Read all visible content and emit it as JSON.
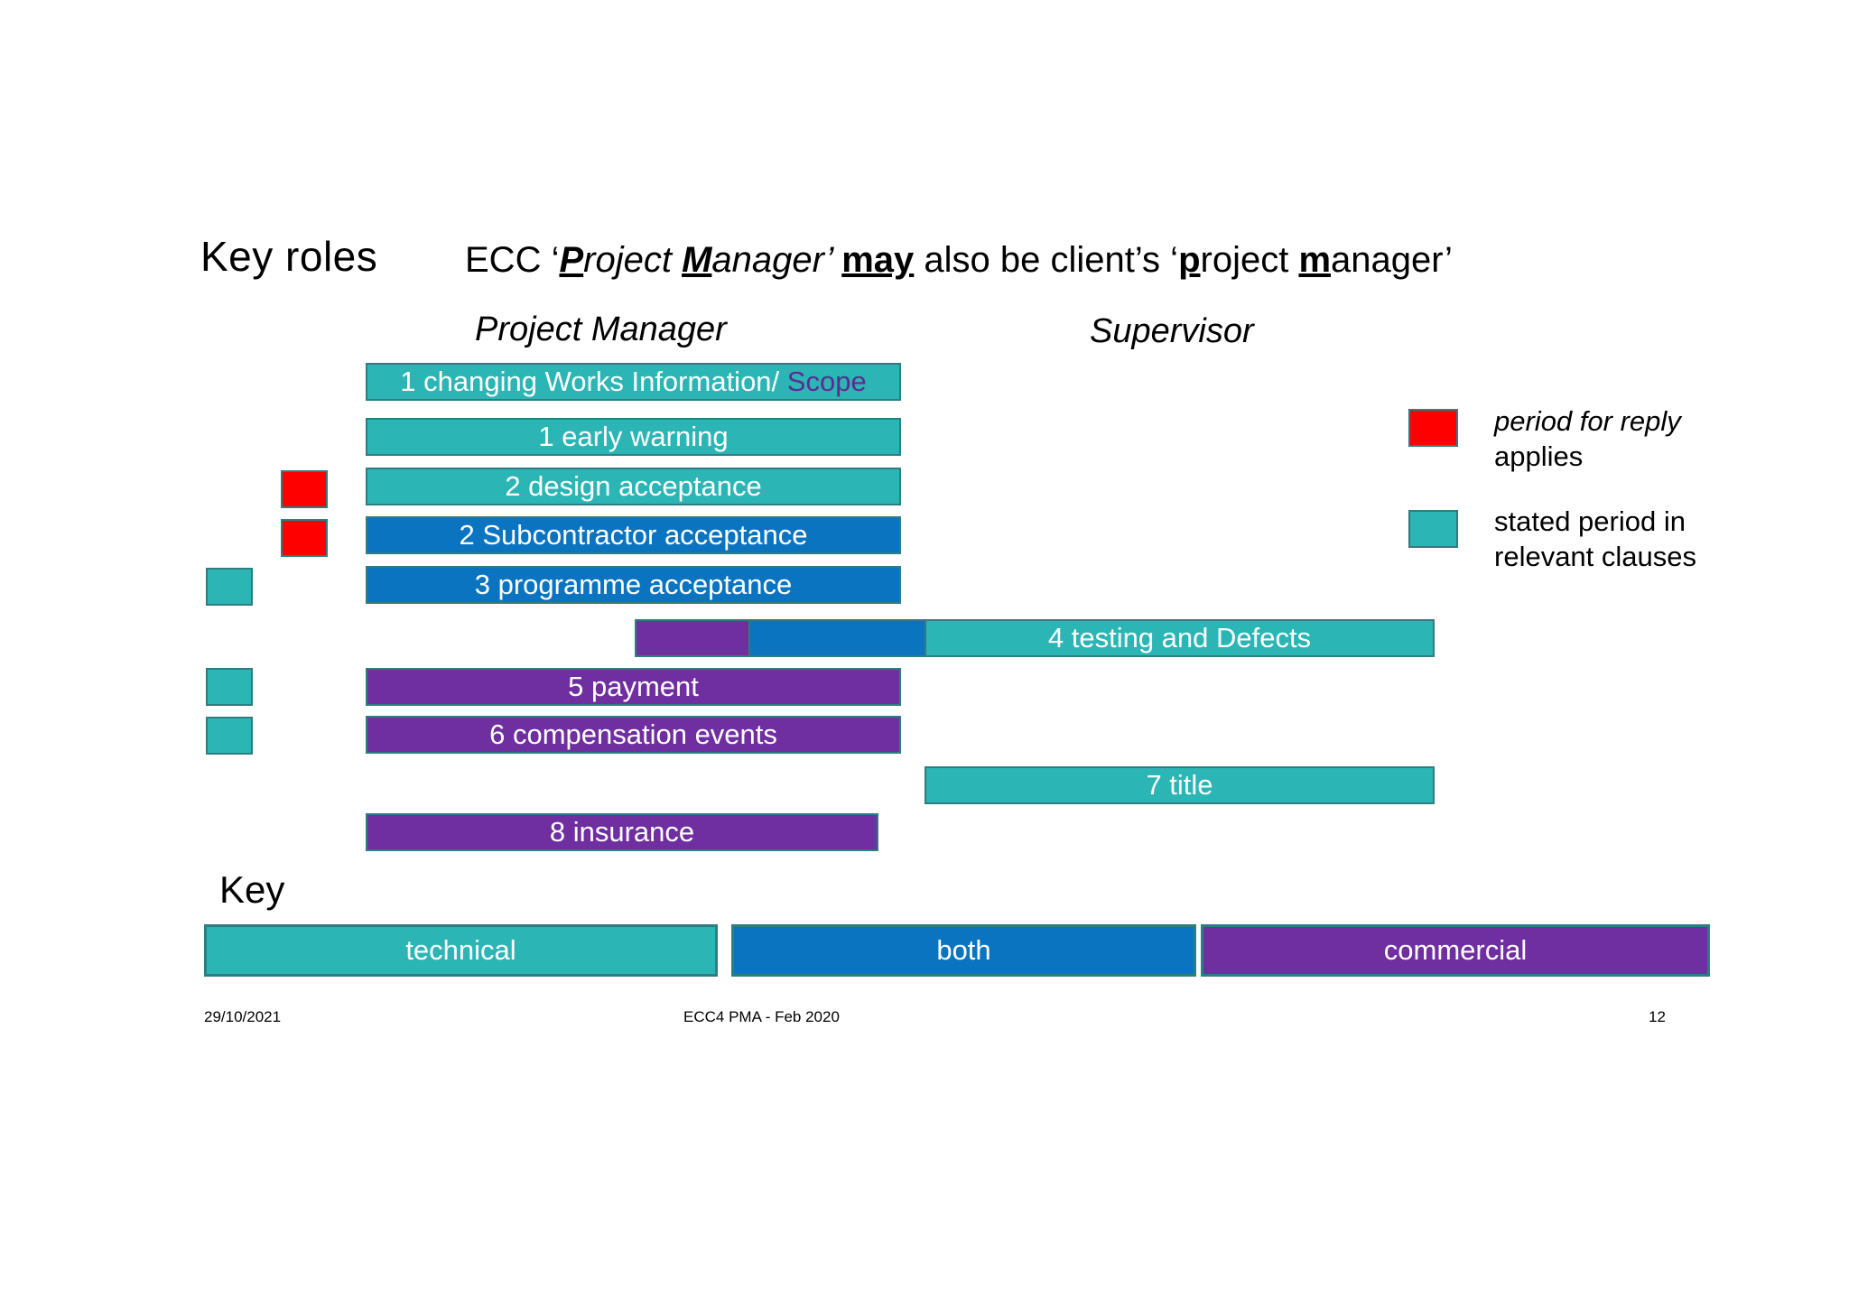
{
  "slide": {
    "title_left": "Key roles",
    "title_statement": {
      "prefix": "ECC ‘",
      "p_initial": "P",
      "roject": "roject ",
      "m_initial": "M",
      "anager": "anager’ ",
      "may": "may",
      "middle": " also be client’s ‘",
      "p_initial2": "p",
      "roject2": "roject ",
      "m_initial2": "m",
      "anager2": "anager’"
    },
    "columns": {
      "project_manager": "Project Manager",
      "supervisor": "Supervisor"
    }
  },
  "rows": [
    {
      "label_main": "1 changing Works Information/ ",
      "label_accent": "Scope",
      "category": "technical",
      "marker": "none"
    },
    {
      "label_main": "1 early warning",
      "label_accent": "",
      "category": "technical",
      "marker": "none"
    },
    {
      "label_main": "2 design acceptance",
      "label_accent": "",
      "category": "technical",
      "marker": "red"
    },
    {
      "label_main": "2 Subcontractor acceptance",
      "label_accent": "",
      "category": "both",
      "marker": "red"
    },
    {
      "label_main": "3 programme acceptance",
      "label_accent": "",
      "category": "both",
      "marker": "teal"
    },
    {
      "label_main": "4 testing and Defects",
      "label_accent": "",
      "category": "technical",
      "marker": "none"
    },
    {
      "label_main": "5 payment",
      "label_accent": "",
      "category": "commercial",
      "marker": "teal"
    },
    {
      "label_main": "6 compensation events",
      "label_accent": "",
      "category": "commercial",
      "marker": "teal"
    },
    {
      "label_main": "7 title",
      "label_accent": "",
      "category": "technical",
      "marker": "none"
    },
    {
      "label_main": "8 insurance",
      "label_accent": "",
      "category": "commercial",
      "marker": "none"
    }
  ],
  "legend": {
    "items": [
      {
        "swatch": "red",
        "line1": "period for reply",
        "line2": "applies"
      },
      {
        "swatch": "teal",
        "line1": "stated period in",
        "line2": "relevant clauses"
      }
    ]
  },
  "key": {
    "label": "Key",
    "items": [
      {
        "label": "technical",
        "color": "#2CB5B5"
      },
      {
        "label": "both",
        "color": "#0B74C0"
      },
      {
        "label": "commercial",
        "color": "#6F2FA0"
      }
    ]
  },
  "footer": {
    "date": "29/10/2021",
    "center": "ECC4 PMA - Feb 2020",
    "page": "12"
  },
  "colors": {
    "technical": "#2CB5B5",
    "both": "#0B74C0",
    "commercial": "#6F2FA0",
    "period_for_reply": "#FF0000",
    "border": "#2E7D80",
    "scope_accent": "#5B2D91"
  }
}
